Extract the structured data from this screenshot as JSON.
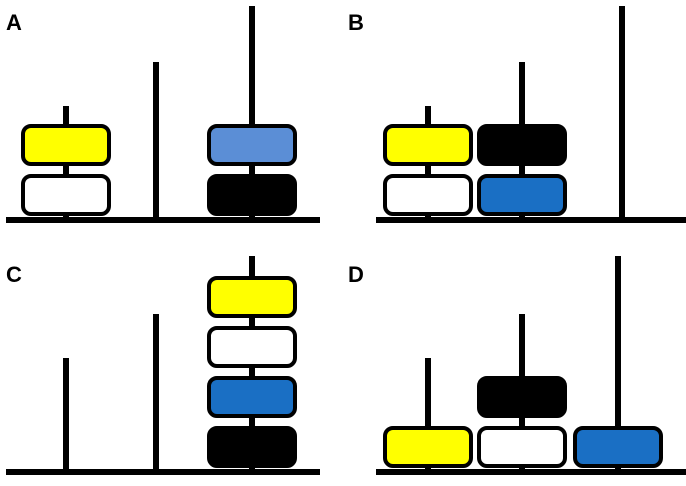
{
  "colors": {
    "yellow": "#ffff00",
    "white": "#ffffff",
    "light_blue": "#5b8ed6",
    "blue": "#1a6fc4",
    "black": "#000000",
    "outline": "#000000"
  },
  "panels": [
    {
      "label": "A",
      "pegs": [
        {
          "disks": [
            "white",
            "yellow"
          ]
        },
        {
          "disks": []
        },
        {
          "disks": [
            "black",
            "light_blue"
          ]
        }
      ]
    },
    {
      "label": "B",
      "pegs": [
        {
          "disks": [
            "white",
            "yellow"
          ]
        },
        {
          "disks": [
            "blue",
            "black"
          ]
        },
        {
          "disks": []
        }
      ]
    },
    {
      "label": "C",
      "pegs": [
        {
          "disks": []
        },
        {
          "disks": []
        },
        {
          "disks": [
            "black",
            "blue",
            "white",
            "yellow"
          ]
        }
      ]
    },
    {
      "label": "D",
      "pegs": [
        {
          "disks": [
            "yellow"
          ]
        },
        {
          "disks": [
            "white",
            "black"
          ]
        },
        {
          "disks": [
            "blue"
          ]
        }
      ]
    }
  ]
}
